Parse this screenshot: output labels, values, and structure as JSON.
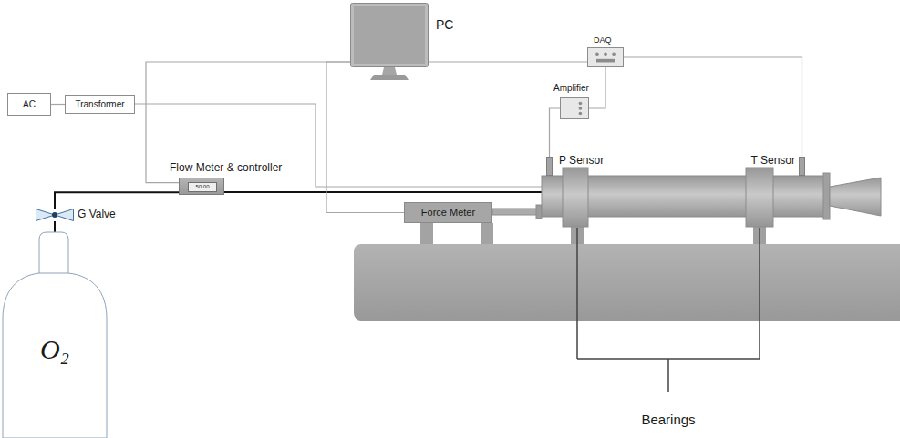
{
  "diagram": {
    "nodes": [
      {
        "text": [
          "PC"
        ]
      },
      {
        "text": [
          "DAQ"
        ]
      },
      {
        "text": [
          "Amplifier"
        ]
      },
      {
        "text": [
          "AC"
        ]
      },
      {
        "text": [
          "Transformer"
        ]
      },
      {
        "text": [
          "Flow Meter & controller"
        ]
      },
      {
        "text": [
          "50.00"
        ],
        "in": 5
      },
      {
        "text": [
          "P Sensor"
        ]
      },
      {
        "text": [
          "T Sensor"
        ]
      },
      {
        "text": [
          "G Valve"
        ]
      },
      {
        "text": [
          "Force Meter"
        ]
      },
      {
        "text": [
          "O₂"
        ]
      }
    ],
    "edges": [
      {
        "from": 3,
        "to": 4,
        "arrow": "none"
      },
      {
        "from": 0,
        "to": 1,
        "arrow": "none"
      },
      {
        "from": 1,
        "to": 2,
        "arrow": "none"
      },
      {
        "from": 2,
        "to": 7,
        "arrow": "none"
      },
      {
        "from": 1,
        "to": 8,
        "arrow": "none"
      },
      {
        "from": 0,
        "to": 5,
        "arrow": "none"
      },
      {
        "from": 0,
        "to": 10,
        "arrow": "none"
      },
      {
        "from": 11,
        "to": 9,
        "arrow": "none"
      },
      {
        "from": 9,
        "to": 5,
        "arrow": "none"
      }
    ],
    "labels": [
      "Bearings"
    ]
  }
}
